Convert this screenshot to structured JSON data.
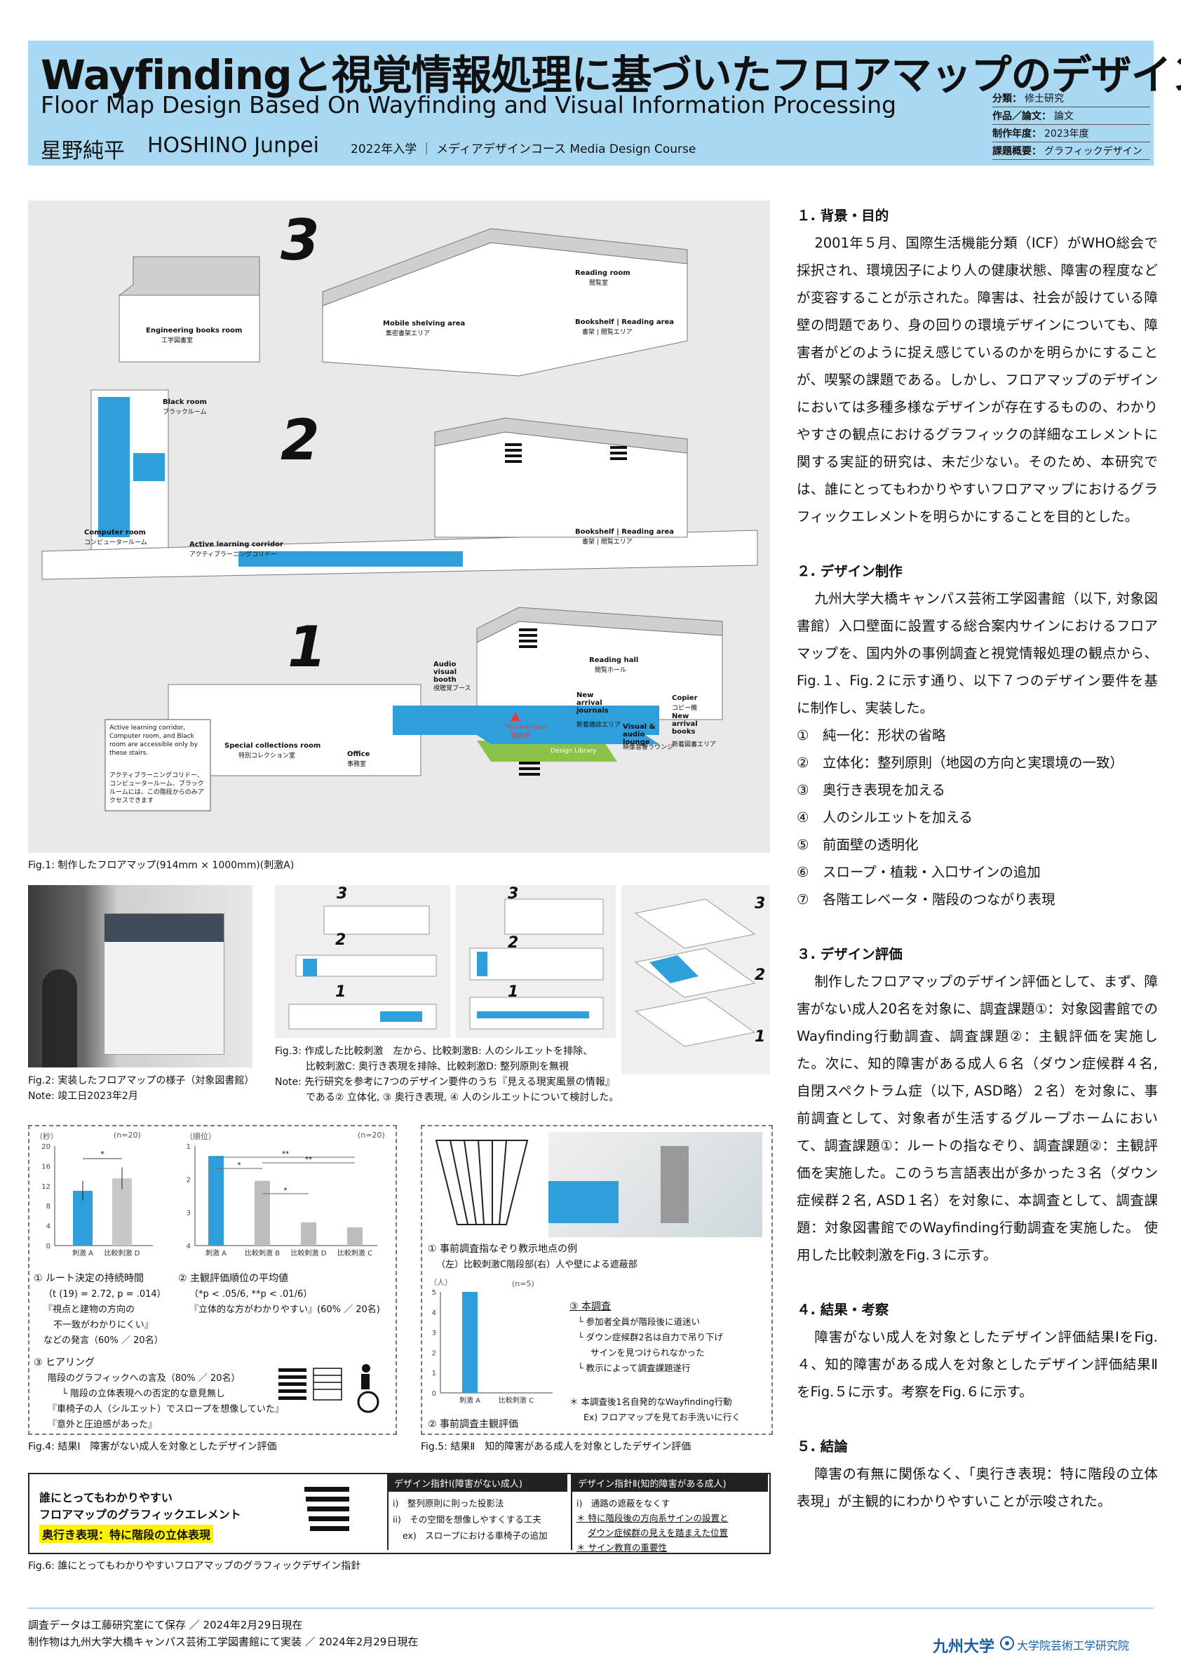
{
  "header": {
    "title_ja": "Wayfindingと視覚情報処理に基づいたフロアマップのデザイン",
    "title_en": "Floor Map Design Based On Wayfinding and Visual Information Processing",
    "author_ja": "星野純平",
    "author_en": "HOSHINO Junpei",
    "enrollment": "2022年入学 ｜ メディアデザインコース Media Design Course",
    "meta": [
      {
        "label": "分類：",
        "value": "修士研究"
      },
      {
        "label": "作品／論文：",
        "value": "論文"
      },
      {
        "label": "制作年度：",
        "value": "2023年度"
      },
      {
        "label": "課題概要：",
        "value": "グラフィックデザイン"
      }
    ]
  },
  "fig1": {
    "floor_3": "3",
    "floor_2": "2",
    "floor_1": "1",
    "labels": {
      "reading_room": "Reading room",
      "reading_room_ja": "閲覧室",
      "mobile_shelving": "Mobile shelving area",
      "mobile_shelving_ja": "集密書架エリア",
      "bookshelf_reading_3": "Bookshelf | Reading area",
      "bookshelf_reading_3_ja": "書架 | 閲覧エリア",
      "engineering": "Engineering books room",
      "engineering_ja": "工学図書室",
      "black_room": "Black room",
      "black_room_ja": "ブラックルーム",
      "computer_room": "Computer room",
      "computer_room_ja": "コンピュータールーム",
      "active_corridor": "Active learning corridor",
      "active_corridor_ja": "アクティブラーニングコリドー",
      "bookshelf_reading_2": "Bookshelf | Reading area",
      "bookshelf_reading_2_ja": "書架 | 閲覧エリア",
      "audio_booth": "Audio visual booth",
      "audio_booth_ja": "視聴覚ブース",
      "reading_hall": "Reading hall",
      "reading_hall_ja": "閲覧ホール",
      "new_journals": "New arrival journals",
      "new_journals_ja": "新着雑誌エリア",
      "copier": "Copier",
      "copier_ja": "コピー機",
      "new_books": "New arrival books",
      "new_books_ja": "新着図書エリア",
      "av_lounge": "Visual & audio lounge",
      "av_lounge_ja": "映像音響ラウンジ",
      "special_collections": "Special collections room",
      "special_collections_ja": "特別コレクション室",
      "office": "Office",
      "office_ja": "事務室",
      "you_are_here": "You are here",
      "you_are_here_ja": "現在地",
      "design_library": "Design Library"
    },
    "note_en": "Active learning corridor, Computer room, and Black room are accessible only by these stairs.",
    "note_ja": "アクティブラーニングコリドー、コンピュータールーム、ブラックルームには、この階段からのみアクセスできます",
    "caption": "Fig.1: 制作したフロアマップ(914mm × 1000mm)(刺激A)"
  },
  "fig2": {
    "caption": "Fig.2: 実装したフロアマップの様子（対象図書館）",
    "note": "Note: 竣工日2023年2月"
  },
  "fig3": {
    "caption_1": "Fig.3: 作成した比較刺激　左から、比較刺激B: 人のシルエットを排除、",
    "caption_2": "比較刺激C: 奥行き表現を排除、比較刺激D: 整列原則を無視",
    "note_1": "Note: 先行研究を参考に7つのデザイン要件のうち『見える現実風景の情報』",
    "note_2": "である② 立体化, ③ 奥行き表現, ④ 人のシルエットについて検討した。",
    "nums": [
      "3",
      "2",
      "1"
    ]
  },
  "fig4": {
    "caption": "Fig.4: 結果Ⅰ　障害がない成人を対象としたデザイン評価",
    "ylabel_a": "（秒）",
    "ylabel_b": "（順位）",
    "n_a": "(n=20)",
    "n_b": "(n=20)",
    "sig_a": "*",
    "sig_b": [
      "**",
      "**",
      "*",
      "*"
    ],
    "ticks_a": [
      "0",
      "4",
      "8",
      "12",
      "16",
      "20"
    ],
    "ticks_b": [
      "4",
      "3",
      "2",
      "1"
    ],
    "item1_title": "① ルート決定の持続時間",
    "item1_stat": "（t (19) = 2.72, p = .014）",
    "item1_quote_1": "『視点と建物の方向の",
    "item1_quote_2": "不一致がわかりにくい』",
    "item1_quote_3": "などの発言（60% ／ 20名）",
    "item2_title": "② 主観評価順位の平均値",
    "item2_stat": "（*p < .05/6, **p < .01/6）",
    "item2_quote": "『立体的な方がわかりやすい』(60% ／ 20名)",
    "item3_title": "③ ヒアリング",
    "item3_l1": "階段のグラフィックへの言及（80% ／ 20名）",
    "item3_l2": "└ 階段の立体表現への否定的な意見無し",
    "item3_l3": "『車椅子の人（シルエット）でスロープを想像していた』",
    "item3_l4": "『意外と圧迫感があった』"
  },
  "chart_data": [
    {
      "type": "bar",
      "categories": [
        "刺激 A",
        "比較刺激 D"
      ],
      "values": [
        11,
        13.5
      ],
      "errors": [
        2,
        2.2
      ],
      "ylabel": "（秒）",
      "ylim": [
        0,
        20
      ],
      "colors": [
        "#2f9fdc",
        "#c8c8c8"
      ]
    },
    {
      "type": "bar",
      "categories": [
        "刺激 A",
        "比較刺激 B",
        "比較刺激 D",
        "比較刺激 C"
      ],
      "values": [
        1.3,
        2.05,
        3.3,
        3.45
      ],
      "ylabel": "（順位）",
      "ylim": [
        1,
        4
      ],
      "inverted": true,
      "colors": [
        "#2f9fdc",
        "#bdbdbd",
        "#bdbdbd",
        "#bdbdbd"
      ]
    },
    {
      "type": "bar",
      "categories": [
        "刺激 A",
        "比較刺激 C"
      ],
      "values": [
        5,
        0
      ],
      "ylabel": "（人）",
      "ylim": [
        0,
        5
      ],
      "colors": [
        "#2f9fdc",
        "#bdbdbd"
      ]
    }
  ],
  "fig5": {
    "caption": "Fig.5: 結果Ⅱ　知的障害がある成人を対象としたデザイン評価",
    "ylabel": "（人）",
    "n": "(n=5)",
    "ticks": [
      "0",
      "1",
      "2",
      "3",
      "4",
      "5"
    ],
    "item1_title": "① 事前調査指なぞり教示地点の例",
    "item1_sub": "（左）比較刺激C階段部(右）人や壁による遮蔽部",
    "item2_title": "② 事前調査主観評価",
    "item3_title": "③ 本調査",
    "item3_l1": "└ 参加者全員が階段後に道迷い",
    "item3_l2": "└ ダウン症候群2名は自力で吊り下げ",
    "item3_l3": "サインを見つけられなかった",
    "item3_l4": "└ 教示によって調査課題遂行",
    "note_1": "＊ 本調査後1名自発的なWayfinding行動",
    "note_2": "Ex) フロアマップを見てお手洗いに行く"
  },
  "fig6": {
    "left_1": "誰にとってもわかりやすい",
    "left_2": "フロアマップのグラフィックエレメント",
    "highlight": "奥行き表現：特に階段の立体表現",
    "g1_title": "デザイン指針Ⅰ(障害がない成人)",
    "g1_l1": "i)　整列原則に則った投影法",
    "g1_l2": "ii)　その空間を想像しやすくする工夫",
    "g1_l3": "ex)　スロープにおける車椅子の追加",
    "g2_title": "デザイン指針Ⅱ(知的障害がある成人)",
    "g2_l1": "i)　通路の遮蔽をなくす",
    "g2_l2": "＊ 特に階段後の方向系サインの設置と",
    "g2_l3": "ダウン症候群の見えを踏まえた位置",
    "g2_l4": "＊ サイン教育の重要性",
    "caption": "Fig.6: 誰にとってもわかりやすいフロアマップのグラフィックデザイン指針"
  },
  "text": {
    "s1_title": "１. 背景・目的",
    "s1_body": "2001年５月、国際生活機能分類（ICF）がWHO総会で採択され、環境因子により人の健康状態、障害の程度などが変容することが示された。障害は、社会が設けている障壁の問題であり、身の回りの環境デザインについても、障害者がどのように捉え感じているのかを明らかにすることが、喫緊の課題である。しかし、フロアマップのデザインにおいては多種多様なデザインが存在するものの、わかりやすさの観点におけるグラフィックの詳細なエレメントに関する実証的研究は、未だ少ない。そのため、本研究では、誰にとってもわかりやすいフロアマップにおけるグラフィックエレメントを明らかにすることを目的とした。",
    "s2_title": "２. デザイン制作",
    "s2_body": "九州大学大橋キャンパス芸術工学図書館（以下, 対象図書館）入口壁面に設置する総合案内サインにおけるフロアマップを、国内外の事例調査と視覚情報処理の観点から、Fig.１、Fig.２に示す通り、以下７つのデザイン要件を基に制作し、実装した。",
    "reqs": [
      "①　純一化：形状の省略",
      "②　立体化：整列原則（地図の方向と実環境の一致）",
      "③　奥行き表現を加える",
      "④　人のシルエットを加える",
      "⑤　前面壁の透明化",
      "⑥　スロープ・植栽・入口サインの追加",
      "⑦　各階エレベータ・階段のつながり表現"
    ],
    "s3_title": "３. デザイン評価",
    "s3_body": "制作したフロアマップのデザイン評価として、まず、障害がない成人20名を対象に、調査課題①：対象図書館でのWayfinding行動調査、調査課題②：主観評価を実施した。次に、知的障害がある成人６名（ダウン症候群４名, 自閉スペクトラム症（以下, ASD略）２名）を対象に、事前調査として、対象者が生活するグループホームにおいて、調査課題①：ルートの指なぞり、調査課題②：主観評価を実施した。このうち言語表出が多かった３名（ダウン症候群２名, ASD１名）を対象に、本調査として、調査課題：対象図書館でのWayfinding行動調査を実施した。 使用した比較刺激をFig.３に示す。",
    "s4_title": "４. 結果・考察",
    "s4_body": "障害がない成人を対象としたデザイン評価結果ⅠをFig.４、知的障害がある成人を対象としたデザイン評価結果ⅡをFig.５に示す。考察をFig.６に示す。",
    "s5_title": "５. 結論",
    "s5_body": "障害の有無に関係なく、「奥行き表現：特に階段の立体表現」が主観的にわかりやすいことが示唆された。"
  },
  "footer": {
    "line1": "調査データは工藤研究室にて保存 ／ 2024年2月29日現在",
    "line2": "制作物は九州大学大橋キャンパス芸術工学図書館にて実装 ／ 2024年2月29日現在",
    "univ": "九州大学",
    "inst": "大学院芸術工学研究院"
  }
}
